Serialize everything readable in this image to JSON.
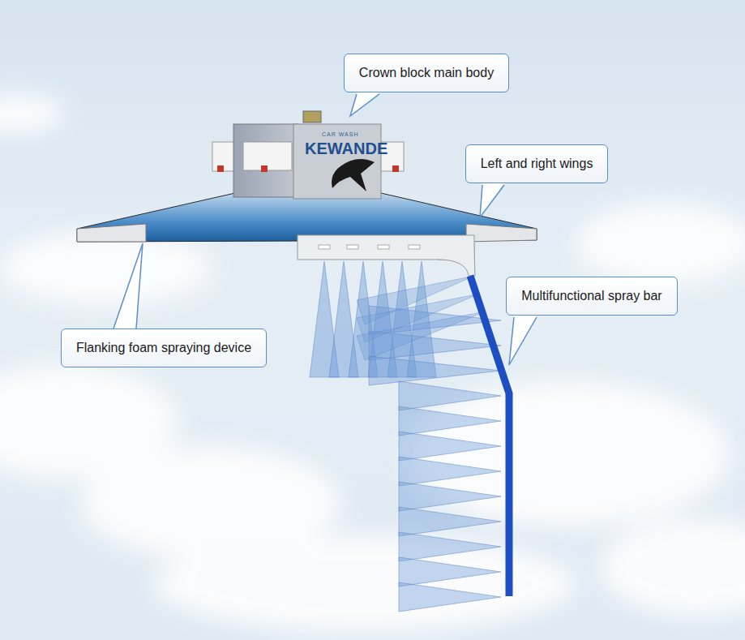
{
  "diagram": {
    "nodes": [
      {
        "text": [
          "Crown block main body"
        ]
      },
      {
        "text": [
          "Left and right wings"
        ]
      },
      {
        "text": [
          "Multifunctional spray bar"
        ]
      },
      {
        "text": [
          "Flanking foam spraying device"
        ]
      }
    ],
    "labels": [
      "CAR WASH",
      "KEWANDE"
    ]
  }
}
